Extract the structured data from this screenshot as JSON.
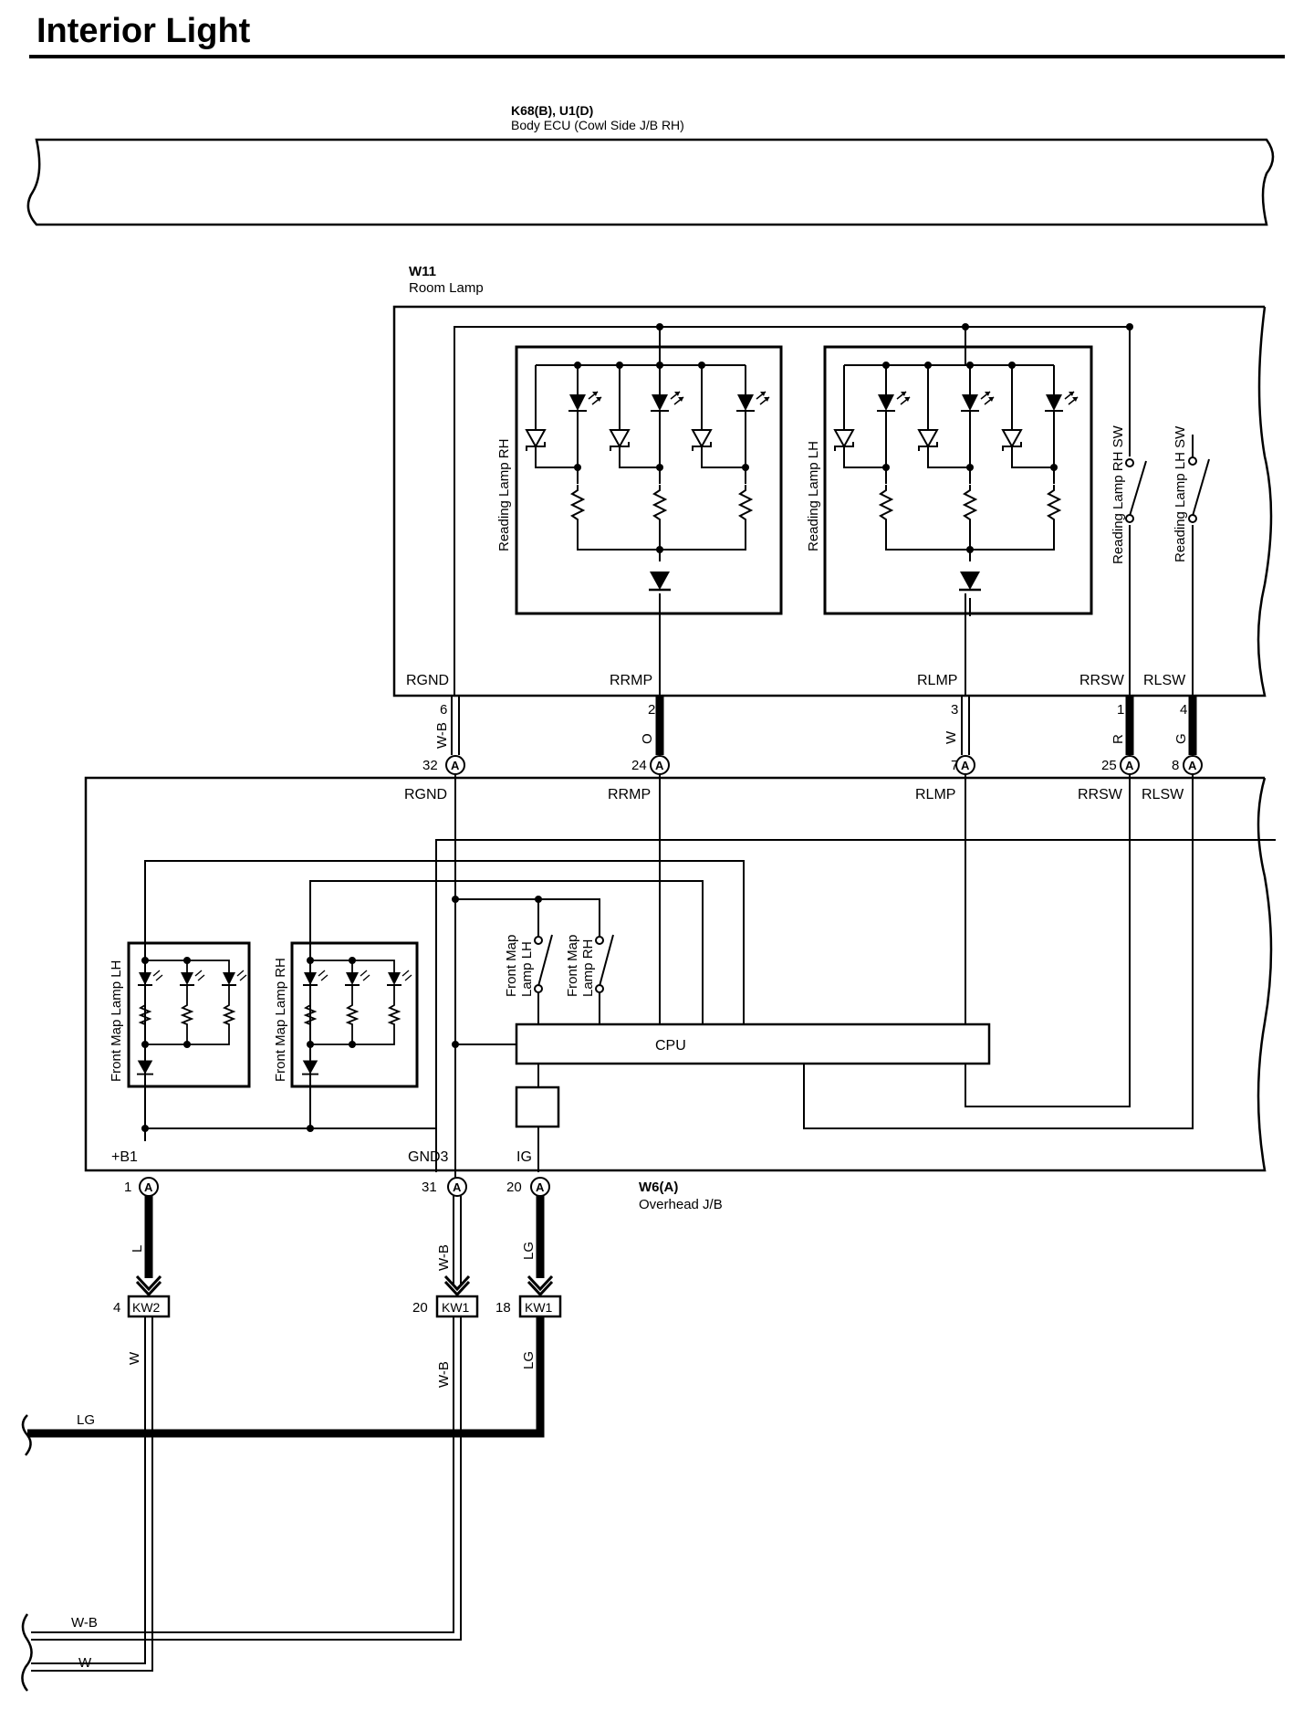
{
  "title": "Interior Light",
  "body_ecu": {
    "connector": "K68(B), U1(D)",
    "name": "Body ECU (Cowl Side J/B RH)"
  },
  "room_lamp": {
    "connector": "W11",
    "name": "Room Lamp",
    "reading_lamp_rh": "Reading Lamp RH",
    "reading_lamp_lh": "Reading Lamp LH",
    "reading_lamp_rh_sw": "Reading Lamp RH SW",
    "reading_lamp_lh_sw": "Reading Lamp LH SW"
  },
  "room_lamp_terminals": [
    {
      "name": "RGND",
      "pin": "6",
      "wire": "W-B",
      "jb_pin": "32",
      "jb_conn": "A"
    },
    {
      "name": "RRMP",
      "pin": "2",
      "wire": "O",
      "jb_pin": "24",
      "jb_conn": "A"
    },
    {
      "name": "RLMP",
      "pin": "3",
      "wire": "W",
      "jb_pin": "7",
      "jb_conn": "A"
    },
    {
      "name": "RRSW",
      "pin": "1",
      "wire": "R",
      "jb_pin": "25",
      "jb_conn": "A"
    },
    {
      "name": "RLSW",
      "pin": "4",
      "wire": "G",
      "jb_pin": "8",
      "jb_conn": "A"
    }
  ],
  "overhead_jb": {
    "connector": "W6(A)",
    "name": "Overhead J/B",
    "front_map_lamp_lh": "Front Map Lamp LH",
    "front_map_lamp_rh": "Front Map Lamp RH",
    "front_map_lamp_lh_sw": [
      "Front Map",
      "Lamp LH"
    ],
    "front_map_lamp_rh_sw": [
      "Front Map",
      "Lamp RH"
    ],
    "cpu": "CPU",
    "top_terminals": [
      "RGND",
      "RRMP",
      "RLMP",
      "RRSW",
      "RLSW"
    ],
    "bottom_terminals": [
      {
        "name": "+B1",
        "pin": "1",
        "conn": "A",
        "wire": "L",
        "to_pin": "4",
        "to_conn": "KW2",
        "to_wire": "W"
      },
      {
        "name": "GND3",
        "pin": "31",
        "conn": "A",
        "wire": "W-B",
        "to_pin": "20",
        "to_conn": "KW1",
        "to_wire": "W-B"
      },
      {
        "name": "IG",
        "pin": "20",
        "conn": "A",
        "wire": "LG",
        "to_pin": "18",
        "to_conn": "KW1",
        "to_wire": "LG"
      }
    ]
  },
  "harness": {
    "lg": "LG",
    "wb": "W-B",
    "w": "W"
  }
}
